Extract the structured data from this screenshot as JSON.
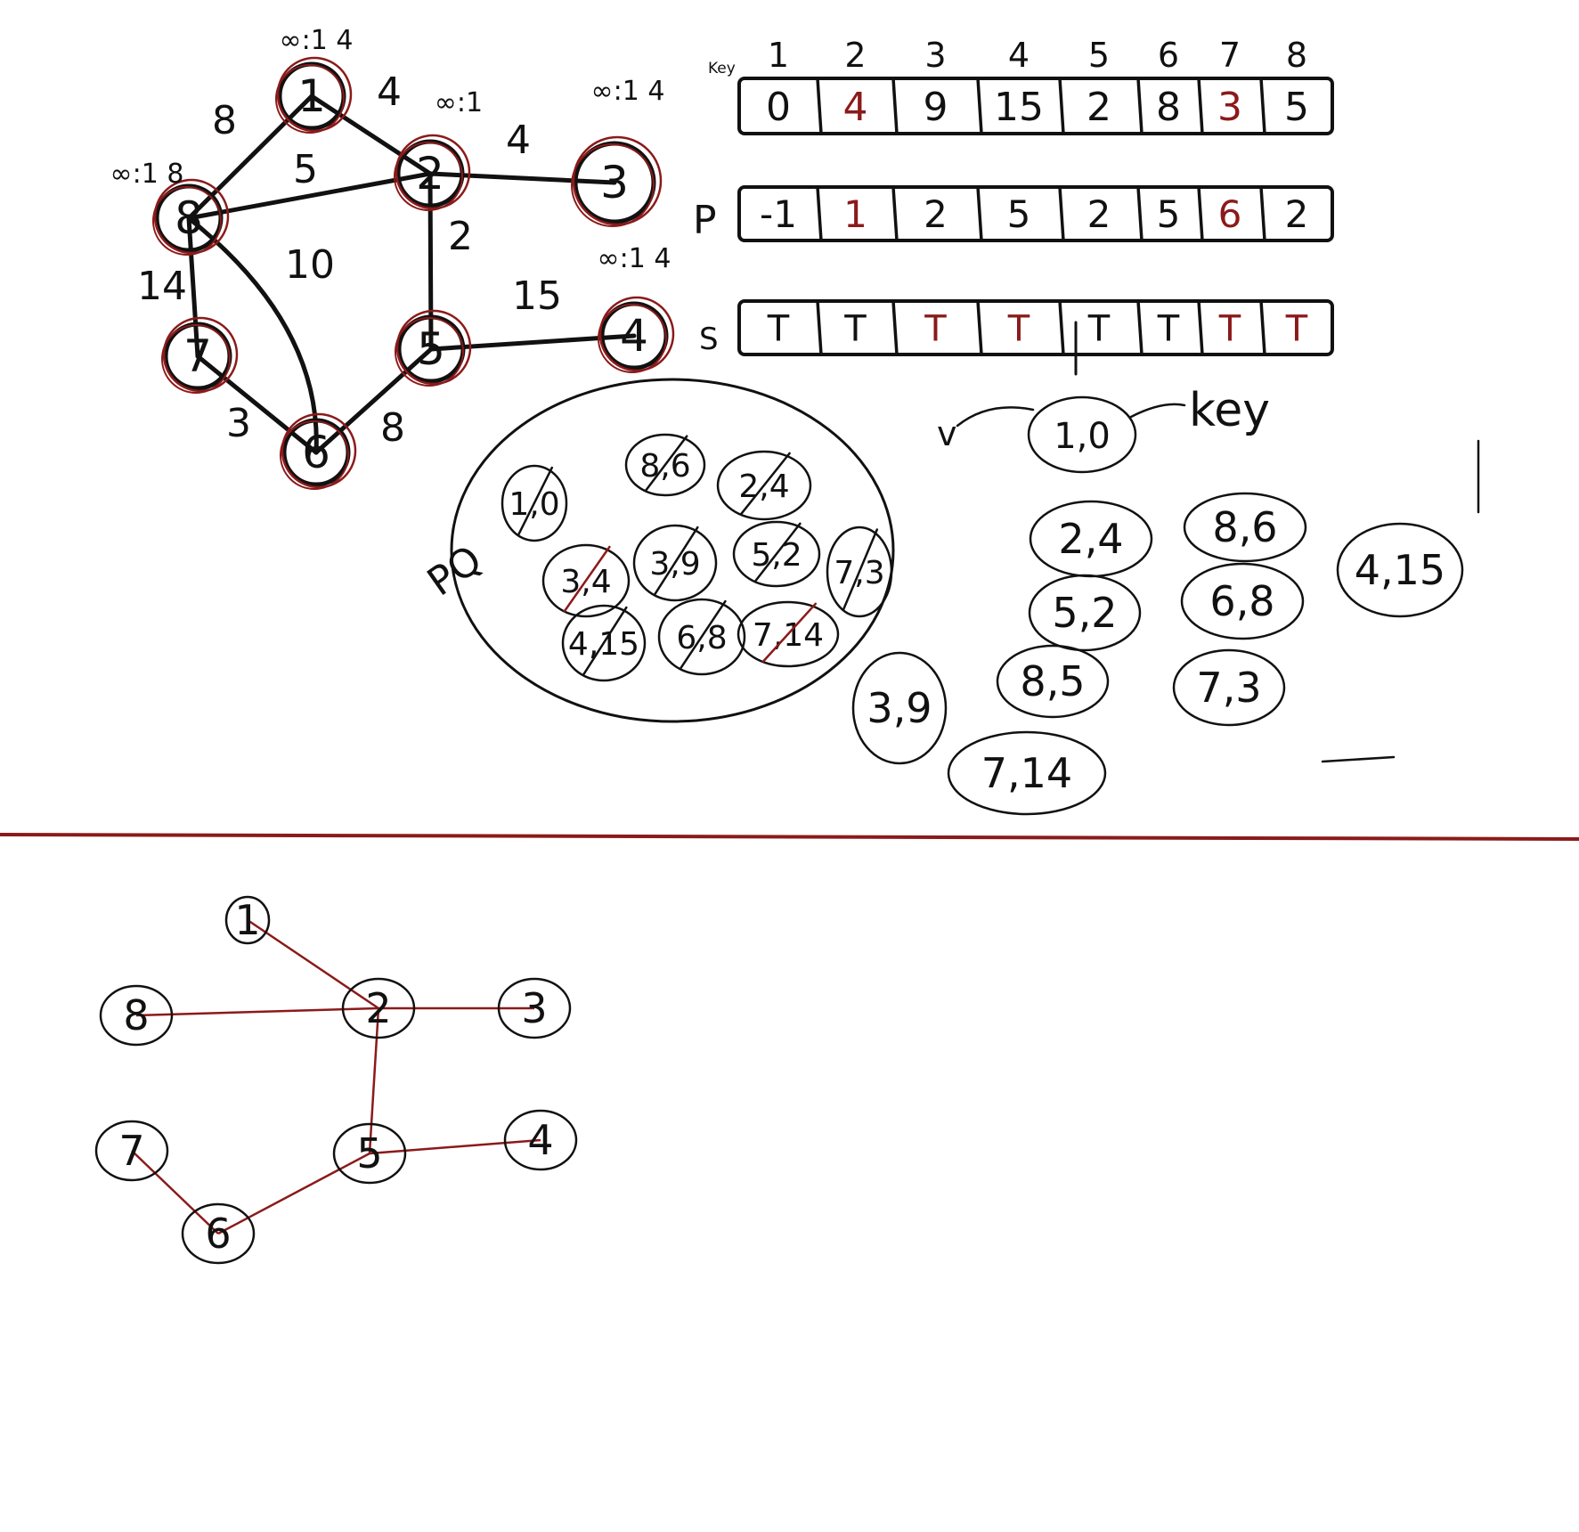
{
  "colors": {
    "ink": "#111111",
    "accent_red": "#8b1a1a",
    "background": "#ffffff"
  },
  "graph": {
    "nodes": [
      {
        "id": "1",
        "label": "1",
        "annotation": "∞:1 4"
      },
      {
        "id": "2",
        "label": "2",
        "annotation": "∞:1"
      },
      {
        "id": "3",
        "label": "3",
        "annotation": "∞:1 4"
      },
      {
        "id": "4",
        "label": "4",
        "annotation": "∞:1 4"
      },
      {
        "id": "5",
        "label": "5",
        "annotation": ""
      },
      {
        "id": "6",
        "label": "6",
        "annotation": ""
      },
      {
        "id": "7",
        "label": "7",
        "annotation": ""
      },
      {
        "id": "8",
        "label": "8",
        "annotation": "∞:1 8"
      }
    ],
    "edges": [
      {
        "from": "1",
        "to": "8",
        "weight": "8"
      },
      {
        "from": "1",
        "to": "2",
        "weight": "4"
      },
      {
        "from": "8",
        "to": "2",
        "weight": "5"
      },
      {
        "from": "2",
        "to": "3",
        "weight": "4"
      },
      {
        "from": "2",
        "to": "5",
        "weight": "2"
      },
      {
        "from": "5",
        "to": "4",
        "weight": "15"
      },
      {
        "from": "8",
        "to": "7",
        "weight": "14"
      },
      {
        "from": "8",
        "to": "6",
        "weight": "10"
      },
      {
        "from": "7",
        "to": "6",
        "weight": "3"
      },
      {
        "from": "6",
        "to": "5",
        "weight": "8"
      }
    ]
  },
  "arrays": {
    "key_label": "Key",
    "indices": [
      "1",
      "2",
      "3",
      "4",
      "5",
      "6",
      "7",
      "8"
    ],
    "key_row": {
      "row_label": "",
      "cells": [
        {
          "value": "0",
          "color": "#111111"
        },
        {
          "value": "4",
          "color": "#8b1a1a"
        },
        {
          "value": "9",
          "color": "#111111"
        },
        {
          "value": "15",
          "color": "#111111"
        },
        {
          "value": "2",
          "color": "#111111"
        },
        {
          "value": "8",
          "color": "#111111"
        },
        {
          "value": "3",
          "color": "#8b1a1a"
        },
        {
          "value": "5",
          "color": "#111111"
        }
      ]
    },
    "parent_row": {
      "row_label": "P",
      "cells": [
        {
          "value": "-1",
          "color": "#111111"
        },
        {
          "value": "1",
          "color": "#8b1a1a"
        },
        {
          "value": "2",
          "color": "#111111"
        },
        {
          "value": "5",
          "color": "#111111"
        },
        {
          "value": "2",
          "color": "#111111"
        },
        {
          "value": "5",
          "color": "#111111"
        },
        {
          "value": "6",
          "color": "#8b1a1a"
        },
        {
          "value": "2",
          "color": "#111111"
        }
      ]
    },
    "visited_row": {
      "row_label": "S",
      "cells": [
        {
          "value": "T",
          "color": "#111111"
        },
        {
          "value": "T",
          "color": "#111111"
        },
        {
          "value": "T",
          "color": "#8b1a1a"
        },
        {
          "value": "T",
          "color": "#8b1a1a"
        },
        {
          "value": "T",
          "color": "#111111"
        },
        {
          "value": "T",
          "color": "#111111"
        },
        {
          "value": "T",
          "color": "#8b1a1a"
        },
        {
          "value": "T",
          "color": "#8b1a1a"
        }
      ]
    }
  },
  "pq": {
    "label": "PQ",
    "items": [
      "1,0",
      "8,6",
      "2,4",
      "3,4",
      "3,9",
      "5,2",
      "7,3",
      "4,15",
      "6,8",
      "7,14"
    ]
  },
  "pair_legend": {
    "pair": "1,0",
    "left_label": "v",
    "right_label": "key"
  },
  "extracted": [
    "2,4",
    "8,6",
    "4,15",
    "5,2",
    "6,8",
    "3,9",
    "8,5",
    "7,3",
    "7,14"
  ],
  "mst": {
    "nodes": [
      "1",
      "8",
      "2",
      "3",
      "7",
      "5",
      "4",
      "6"
    ],
    "edges": [
      [
        "1",
        "2"
      ],
      [
        "8",
        "2"
      ],
      [
        "2",
        "3"
      ],
      [
        "2",
        "5"
      ],
      [
        "5",
        "4"
      ],
      [
        "7",
        "6"
      ],
      [
        "6",
        "5"
      ]
    ]
  }
}
